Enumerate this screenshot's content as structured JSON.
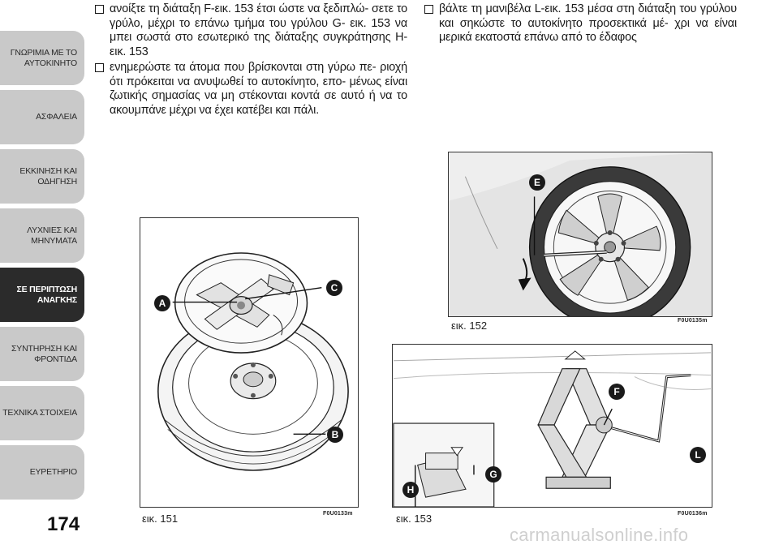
{
  "sidebar": {
    "tabs": [
      {
        "label": "ΓΝΩΡΙΜΙΑ ΜΕ ΤΟ\nΑΥΤΟΚΙΝΗΤΟ",
        "active": false
      },
      {
        "label": "ΑΣΦΑΛΕΙΑ",
        "active": false
      },
      {
        "label": "ΕΚΚΙΝΗΣΗ ΚΑΙ\nΟΔΗΓΗΣΗ",
        "active": false
      },
      {
        "label": "ΛΥΧΝΙΕΣ ΚΑΙ\nΜΗΝΥΜΑΤΑ",
        "active": false
      },
      {
        "label": "ΣΕ ΠΕΡΙΠΤΩΣΗ\nΑΝΑΓΚΗΣ",
        "active": true
      },
      {
        "label": "ΣΥΝΤΗΡΗΣΗ ΚΑΙ\nΦΡΟΝΤΙΔΑ",
        "active": false
      },
      {
        "label": "ΤΕΧΝΙΚΑ ΣΤΟΙΧΕΙΑ",
        "active": false
      },
      {
        "label": "ΕΥΡΕΤΗΡΙΟ",
        "active": false
      }
    ]
  },
  "page_number": "174",
  "left_column": {
    "bullets": [
      "ανοίξτε τη διάταξη F-εικ. 153 έτσι ώστε να ξεδιπλώ- σετε το γρύλο, μέχρι το επάνω τμήμα του γρύλου G- εικ. 153 να μπει σωστά στο εσωτερικό της διάταξης συγκράτησης H-εικ. 153",
      "ενημερώστε τα άτομα που βρίσκονται στη γύρω πε- ριοχή ότι πρόκειται να ανυψωθεί το αυτοκίνητο, επο- μένως είναι ζωτικής σημασίας να μη στέκονται κοντά σε αυτό ή να το ακουμπάνε μέχρι να έχει κατέβει και πάλι."
    ]
  },
  "right_column": {
    "bullets": [
      "βάλτε τη μανιβέλα L-εικ. 153 μέσα στη διάταξη του γρύλου και σηκώστε το αυτοκίνητο προσεκτικά μέ- χρι να είναι μερικά εκατοστά επάνω από το έδαφος"
    ]
  },
  "figures": {
    "fig151": {
      "caption": "εικ. 151",
      "code": "F0U0133m",
      "callouts": [
        "A",
        "C",
        "B"
      ]
    },
    "fig152": {
      "caption": "εικ. 152",
      "code": "F0U0135m",
      "callouts": [
        "E"
      ]
    },
    "fig153": {
      "caption": "εικ. 153",
      "code": "F0U0136m",
      "callouts": [
        "F",
        "L",
        "G",
        "H"
      ]
    }
  },
  "watermark": "carmanualsonline.info"
}
